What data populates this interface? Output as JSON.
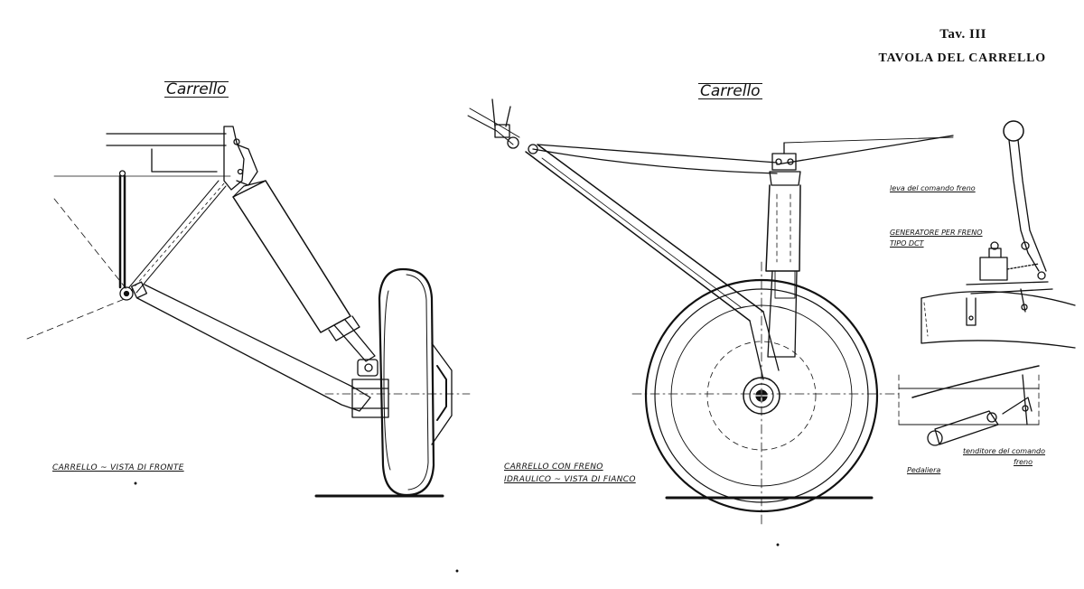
{
  "header": {
    "plate_number": "Tav. III",
    "plate_title": "TAVOLA DEL CARRELLO"
  },
  "front_view": {
    "title": "Carrello",
    "caption": "CARRELLO ~ VISTA DI FRONTE"
  },
  "side_view": {
    "title": "Carrello",
    "caption_line1": "CARRELLO CON FRENO",
    "caption_line2": "IDRAULICO ~ VISTA DI FIANCO"
  },
  "detail": {
    "lever_label": "leva del comando freno",
    "generator_line1": "GENERATORE PER FRENO",
    "generator_line2": "TIPO DCT",
    "pedal_label": "Pedaliera",
    "tensioner_line1": "tenditore del comando",
    "tensioner_line2": "freno"
  }
}
